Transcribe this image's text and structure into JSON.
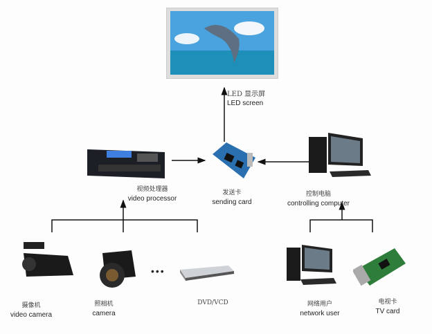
{
  "nodes": {
    "led_screen": {
      "zh": "LED 显示屏",
      "en": "LED screen"
    },
    "video_processor": {
      "zh": "视频处理器",
      "en": "video processor"
    },
    "sending_card": {
      "zh": "发送卡",
      "en": "sending card"
    },
    "controlling_computer": {
      "zh": "控制电脑",
      "en": "controlling computer"
    },
    "video_camera": {
      "zh": "摄像机",
      "en": "video camera"
    },
    "camera": {
      "zh": "照相机",
      "en": "camera"
    },
    "dvd": {
      "zh": "DVD/VCD"
    },
    "network_user": {
      "zh": "网络用户",
      "en": "network user"
    },
    "tv_card": {
      "zh": "电视卡",
      "en": "TV card"
    }
  },
  "ellipsis": "•••",
  "colors": {
    "line": "#111111",
    "card": "#2a6fb0",
    "sky": "#4aa3df",
    "sea": "#1e8fb8"
  }
}
